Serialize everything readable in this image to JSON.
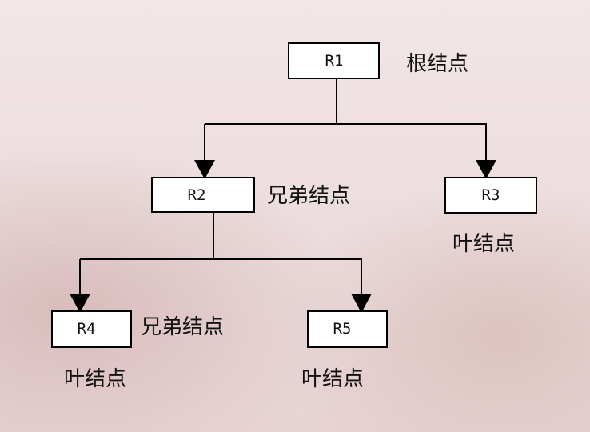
{
  "nodes": {
    "r1": "R1",
    "r2": "R2",
    "r3": "R3",
    "r4": "R4",
    "r5": "R5"
  },
  "annotations": {
    "root": "根结点",
    "sibling_r2": "兄弟结点",
    "leaf_r3": "叶结点",
    "sibling_r4": "兄弟结点",
    "leaf_r4": "叶结点",
    "leaf_r5": "叶结点"
  },
  "colors": {
    "line": "#000000",
    "box_fill": "#ffffff"
  }
}
